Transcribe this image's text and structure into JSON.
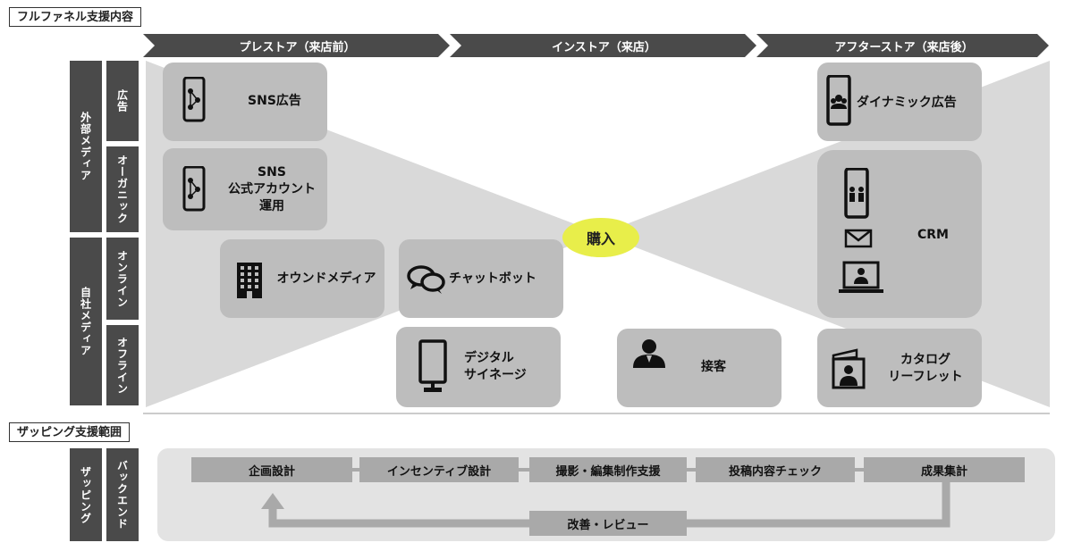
{
  "full_funnel": {
    "section_title": "フルファネル支援内容",
    "stages": [
      "プレストア（来店前）",
      "インストア（来店）",
      "アフターストア（来店後）"
    ],
    "groups": [
      {
        "label": "外部メディア",
        "rows": [
          "広告",
          "オーガニック"
        ]
      },
      {
        "label": "自社メディア",
        "rows": [
          "オンライン",
          "オフライン"
        ]
      }
    ],
    "center_label": "購入",
    "cards": {
      "sns_ad": "SNS広告",
      "sns_account_line1": "SNS",
      "sns_account_line2": "公式アカウント",
      "sns_account_line3": "運用",
      "owned_media": "オウンドメディア",
      "chatbot": "チャットボット",
      "signage_line1": "デジタル",
      "signage_line2": "サイネージ",
      "customer_service": "接客",
      "dynamic_ad": "ダイナミック広告",
      "crm": "CRM",
      "catalog_line1": "カタログ",
      "catalog_line2": "リーフレット"
    }
  },
  "zapping": {
    "section_title": "ザッピング支援範囲",
    "group_label": "ザッピング",
    "row_label": "バックエンド",
    "steps": [
      "企画設計",
      "インセンティブ設計",
      "撮影・編集制作支援",
      "投稿内容チェック",
      "成果集計"
    ],
    "loop_label": "改善・レビュー"
  },
  "colors": {
    "arrow_bar": "#4a4a4a",
    "funnel": "#d9d9d9",
    "card": "#bdbdbd",
    "purchase": "#e8ee4a",
    "process_box": "#a9a9a9",
    "panel": "#e3e3e3"
  }
}
